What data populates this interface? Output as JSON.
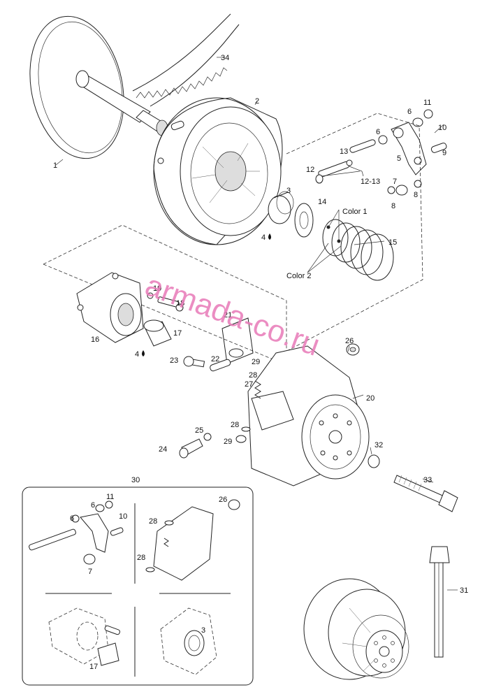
{
  "watermark": "armada-co.ru",
  "callouts": {
    "c1": "1",
    "c2": "2",
    "c3": "3",
    "c4a": "4",
    "c4b": "4",
    "c5": "5",
    "c6": "6",
    "c6b": "6",
    "c7": "7",
    "c8": "8",
    "c8b": "8",
    "c9": "9",
    "c10": "10",
    "c11": "11",
    "c12": "12",
    "c13": "13",
    "c1213": "12-13",
    "c14": "14",
    "c15": "15",
    "c16": "16",
    "c17": "17",
    "c18": "18",
    "c19": "19",
    "c20": "20",
    "c21": "21",
    "c22": "22",
    "c23": "23",
    "c24": "24",
    "c25": "25",
    "c26": "26",
    "c27": "27",
    "c28": "28",
    "c28b": "28",
    "c29": "29",
    "c29b": "29",
    "c30": "30",
    "c31": "31",
    "c32": "32",
    "c33": "33",
    "c34": "34",
    "color1": "Color 1",
    "color2": "Color 2",
    "inset": {
      "i6a": "6",
      "i6b": "6",
      "i7": "7",
      "i10": "10",
      "i11": "11",
      "i26": "26",
      "i28a": "28",
      "i28b": "28",
      "i3": "3",
      "i17": "17"
    }
  }
}
